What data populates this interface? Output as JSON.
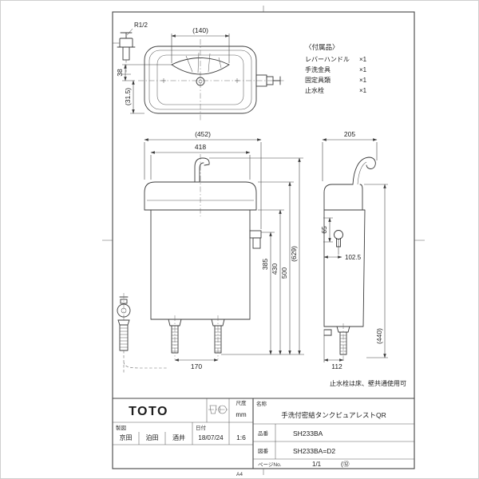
{
  "paper": {
    "size_label": "A4"
  },
  "detail_valve": {
    "thread_label": "R1/2"
  },
  "top_view": {
    "dim_width": "(140)",
    "dim_38": "38",
    "dim_31_5": "(31.5)"
  },
  "accessories": {
    "title": "〈付属品〉",
    "items": [
      {
        "name": "レバーハンドル",
        "qty": "×1"
      },
      {
        "name": "手洗金具",
        "qty": "×1"
      },
      {
        "name": "固定具類",
        "qty": "×1"
      },
      {
        "name": "止水栓",
        "qty": "×1"
      }
    ]
  },
  "front_view": {
    "dim_452": "(452)",
    "dim_418": "418",
    "dim_385": "385",
    "dim_430": "430",
    "dim_500": "500",
    "dim_629": "(629)",
    "dim_170": "170"
  },
  "side_view": {
    "dim_205": "205",
    "dim_65": "65",
    "dim_102_5": "102.5",
    "dim_440": "(440)",
    "dim_112": "112"
  },
  "note": {
    "valve_usage": "止水栓は床、壁共通使用可"
  },
  "title_block": {
    "logo": "TOTO",
    "scale_label": "尺度",
    "unit": "mm",
    "scale_value": "1:6",
    "drafter_label": "製図",
    "drafters": [
      "京田",
      "泊田",
      "酒井"
    ],
    "date_label": "日付",
    "date": "18/07/24",
    "name_label": "名称",
    "name": "手洗付密結タンクピュアレストQR",
    "part_no_label": "品番",
    "part_no": "SH233BA",
    "drawing_no_label": "図番",
    "drawing_no": "SH233BA=D2",
    "page_label": "ページNo.",
    "page": "1/1",
    "rev": "(⑫"
  }
}
